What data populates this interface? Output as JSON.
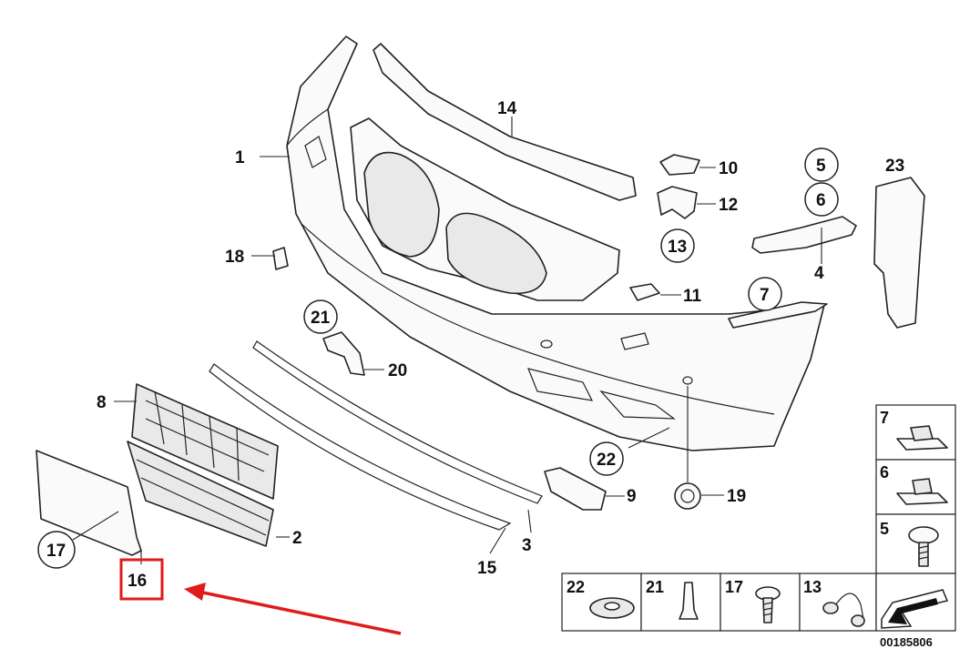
{
  "diagram": {
    "callouts": [
      {
        "id": "c1",
        "text": "1"
      },
      {
        "id": "c2",
        "text": "2"
      },
      {
        "id": "c3",
        "text": "3"
      },
      {
        "id": "c4",
        "text": "4"
      },
      {
        "id": "c5",
        "text": "5"
      },
      {
        "id": "c6",
        "text": "6"
      },
      {
        "id": "c7",
        "text": "7"
      },
      {
        "id": "c8",
        "text": "8"
      },
      {
        "id": "c9",
        "text": "9"
      },
      {
        "id": "c10",
        "text": "10"
      },
      {
        "id": "c11",
        "text": "11"
      },
      {
        "id": "c12",
        "text": "12"
      },
      {
        "id": "c13",
        "text": "13"
      },
      {
        "id": "c14",
        "text": "14"
      },
      {
        "id": "c15",
        "text": "15"
      },
      {
        "id": "c16",
        "text": "16"
      },
      {
        "id": "c17",
        "text": "17"
      },
      {
        "id": "c18",
        "text": "18"
      },
      {
        "id": "c19",
        "text": "19"
      },
      {
        "id": "c20",
        "text": "20"
      },
      {
        "id": "c21",
        "text": "21"
      },
      {
        "id": "c22",
        "text": "22"
      },
      {
        "id": "c23",
        "text": "23"
      }
    ],
    "legend_cells": [
      {
        "id": "l22",
        "text": "22"
      },
      {
        "id": "l21",
        "text": "21"
      },
      {
        "id": "l17",
        "text": "17"
      },
      {
        "id": "l13",
        "text": "13"
      },
      {
        "id": "l7",
        "text": "7"
      },
      {
        "id": "l6",
        "text": "6"
      },
      {
        "id": "l5",
        "text": "5"
      }
    ],
    "reference_number": "00185806",
    "highlight": {
      "part": "16",
      "color": "#e01b1b"
    }
  }
}
